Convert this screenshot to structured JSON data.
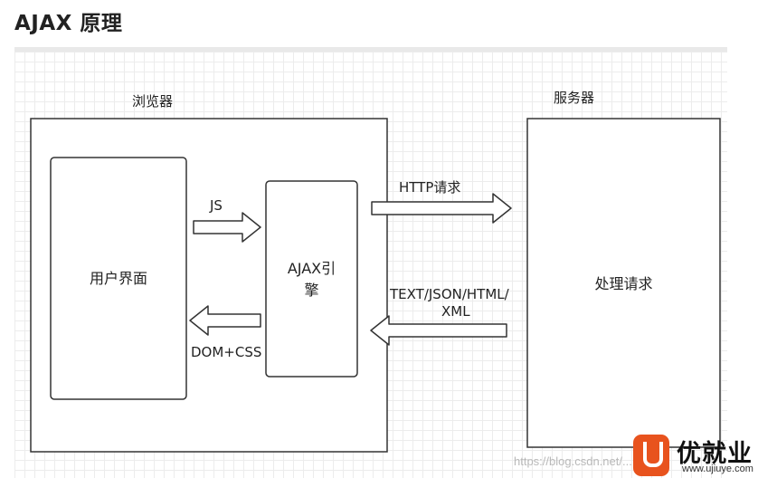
{
  "page": {
    "title": "AJAX 原理"
  },
  "diagram": {
    "browser": {
      "label": "浏览器",
      "user_interface": "用户界面",
      "ajax_engine_line1": "AJAX引",
      "ajax_engine_line2": "擎"
    },
    "server": {
      "label": "服务器",
      "process": "处理请求"
    },
    "arrows": {
      "js": "JS",
      "dom_css": "DOM+CSS",
      "http_request": "HTTP请求",
      "response_line1": "TEXT/JSON/HTML/",
      "response_line2": "XML"
    }
  },
  "watermark": "https://blog.csdn.net/...",
  "logo": {
    "brand_cn": "优就业",
    "url": "www.ujiuye.com",
    "color": "#e8531e"
  }
}
